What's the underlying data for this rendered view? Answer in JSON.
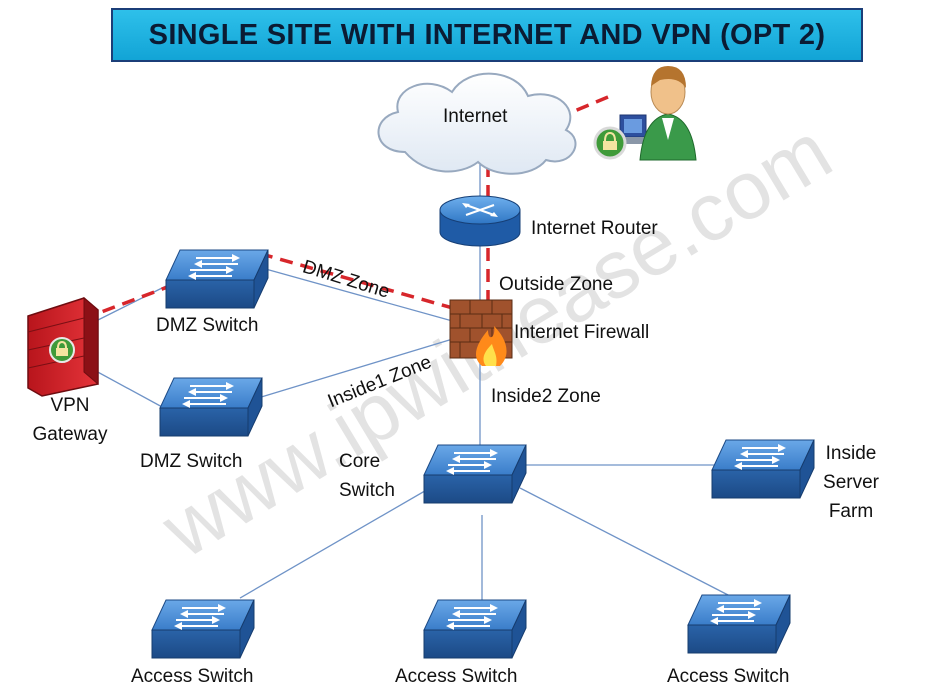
{
  "title": "SINGLE SITE WITH INTERNET AND VPN (OPT 2)",
  "watermark": "www.ipwithease.com",
  "colors": {
    "title_bg": "#1fb2e2",
    "link_line": "#6f93c7",
    "vpn_tunnel": "#d7262b",
    "switch_blue": "#3a7dc9",
    "router_blue": "#2f76c4"
  },
  "nodes": {
    "internet": {
      "label": "Internet",
      "icon": "cloud-icon"
    },
    "remote_user": {
      "icon": "remote-user-icon"
    },
    "router": {
      "label": "Internet Router",
      "icon": "router-icon"
    },
    "firewall": {
      "label": "Internet Firewall",
      "icon": "firewall-icon"
    },
    "vpn_gateway": {
      "label_line1": "VPN",
      "label_line2": "Gateway",
      "icon": "vpn-gateway-icon"
    },
    "dmz_switch_1": {
      "label": "DMZ Switch",
      "icon": "switch-icon"
    },
    "dmz_switch_2": {
      "label": "DMZ Switch",
      "icon": "switch-icon"
    },
    "core_switch": {
      "label_line1": "Core",
      "label_line2": "Switch",
      "icon": "switch-icon"
    },
    "server_farm": {
      "label_line1": "Inside",
      "label_line2": "Server",
      "label_line3": "Farm",
      "icon": "switch-icon"
    },
    "access_switch_1": {
      "label": "Access Switch",
      "icon": "switch-icon"
    },
    "access_switch_2": {
      "label": "Access Switch",
      "icon": "switch-icon"
    },
    "access_switch_3": {
      "label": "Access Switch",
      "icon": "switch-icon"
    }
  },
  "zones": {
    "outside": "Outside Zone",
    "dmz": "DMZ Zone",
    "inside1": "Inside1 Zone",
    "inside2": "Inside2 Zone"
  }
}
